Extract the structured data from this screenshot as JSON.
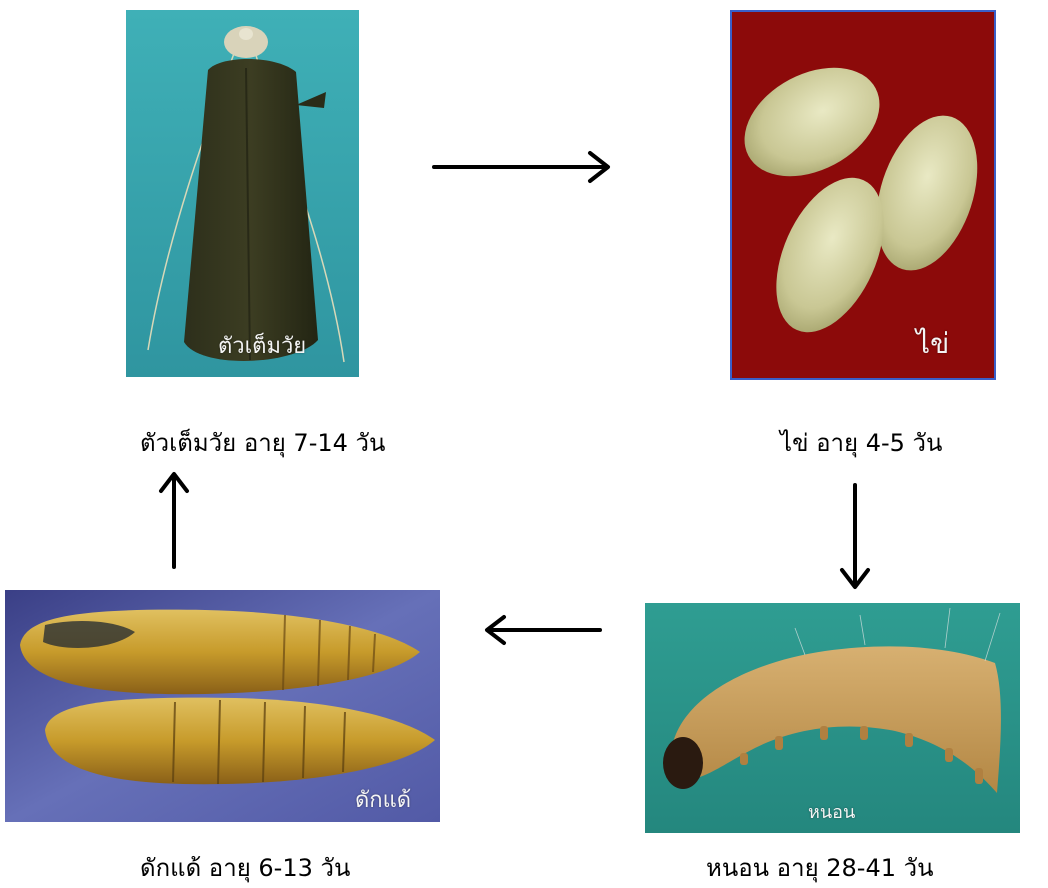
{
  "stages": {
    "adult": {
      "photo_label": "ตัวเต็มวัย",
      "caption": "ตัวเต็มวัย อายุ 7-14 วัน"
    },
    "egg": {
      "photo_label": "ไข่",
      "caption": "ไข่ อายุ 4-5 วัน"
    },
    "larva": {
      "photo_label": "หนอน",
      "caption": "หนอน อายุ 28-41 วัน"
    },
    "pupa": {
      "photo_label": "ดักแด้",
      "caption": "ดักแด้ อายุ 6-13 วัน"
    }
  },
  "colors": {
    "adult_bg": "#3aa5ae",
    "egg_bg": "#8c0a0a",
    "egg_border": "#3a5fc8",
    "larva_bg": "#2c8f86",
    "pupa_bg": "#5a63ad",
    "arrow": "#000000"
  },
  "flow": [
    "adult",
    "egg",
    "larva",
    "pupa",
    "adult"
  ]
}
